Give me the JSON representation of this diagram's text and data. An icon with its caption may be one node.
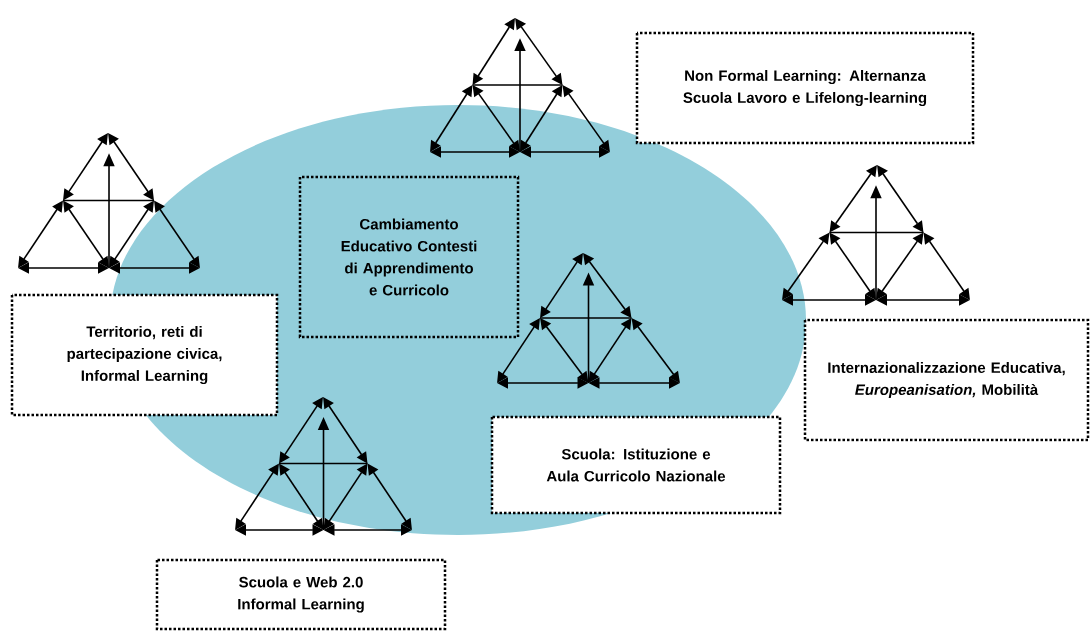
{
  "diagram": {
    "nodes": [
      {
        "text": [
          "Non Formal Learning: Alternanza Scuola Lavoro e Lifelong-learning"
        ]
      },
      {
        "text": [
          "Cambiamento Educativo Contesti di Apprendimento e Curricolo"
        ]
      },
      {
        "text": [
          "Territorio, reti di partecipazione civica, Informal Learning"
        ]
      },
      {
        "text": [
          "Internazionalizzazione Educativa, *Europeanisation,* Mobilità"
        ]
      },
      {
        "text": [
          "Scuola: Istituzione e Aula Curricolo Nazionale"
        ]
      },
      {
        "text": [
          "Scuola e Web 2.0 Informal Learning"
        ]
      }
    ]
  }
}
